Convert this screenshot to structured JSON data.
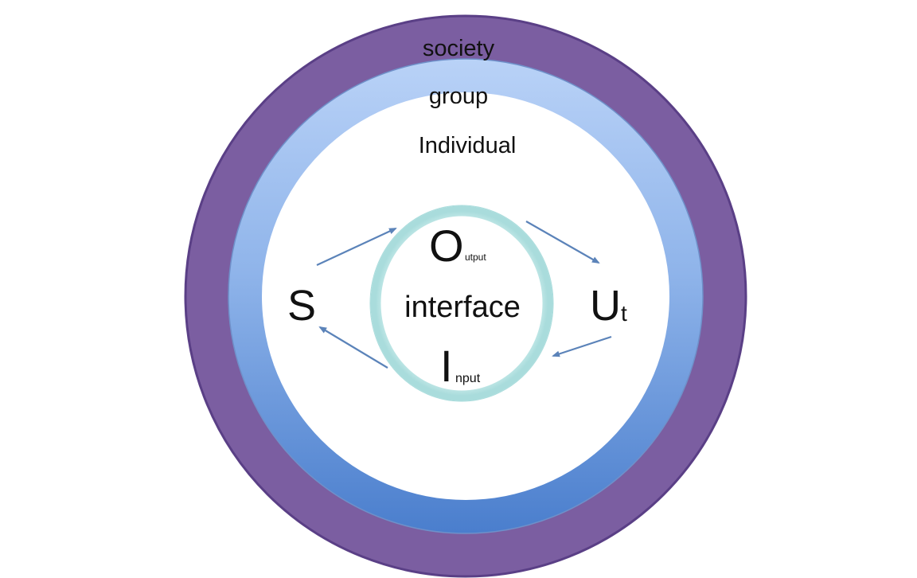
{
  "layers": {
    "society": "society",
    "group": "group",
    "individual": "Individual"
  },
  "interface": {
    "label": "interface",
    "output_initial": "O",
    "output_rest": "utput",
    "input_initial": "I",
    "input_rest": "nput"
  },
  "nodes": {
    "system": "S",
    "user_initial": "U",
    "user_sub": "t"
  },
  "colors": {
    "society_ring": "#7b5ea1",
    "society_ring_edge": "#5a3f86",
    "group_ring_light": "#a9c6f4",
    "group_ring_dark": "#4f82cf",
    "interface_ring": "#c4ecec",
    "arrow": "#5b83b9",
    "inner_fill": "#ffffff"
  }
}
